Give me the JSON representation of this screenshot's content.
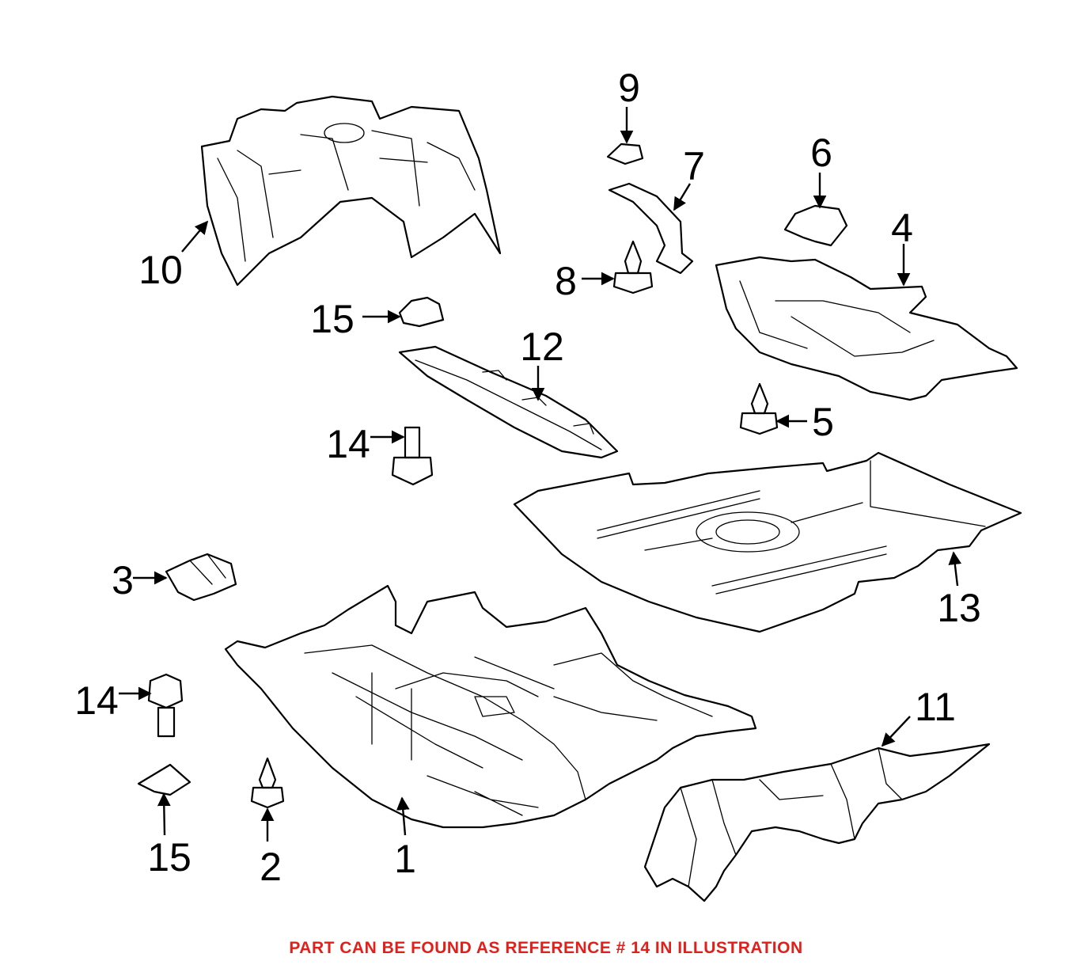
{
  "footnote": {
    "text": "PART CAN BE FOUND AS REFERENCE # 14 IN ILLUSTRATION",
    "color": "#e0201b"
  },
  "callouts": [
    {
      "id": "c9",
      "label": "9"
    },
    {
      "id": "c7",
      "label": "7"
    },
    {
      "id": "c6",
      "label": "6"
    },
    {
      "id": "c4",
      "label": "4"
    },
    {
      "id": "c10",
      "label": "10"
    },
    {
      "id": "c8",
      "label": "8"
    },
    {
      "id": "c15a",
      "label": "15"
    },
    {
      "id": "c12",
      "label": "12"
    },
    {
      "id": "c5",
      "label": "5"
    },
    {
      "id": "c14a",
      "label": "14"
    },
    {
      "id": "c3",
      "label": "3"
    },
    {
      "id": "c13",
      "label": "13"
    },
    {
      "id": "c14b",
      "label": "14"
    },
    {
      "id": "c11",
      "label": "11"
    },
    {
      "id": "c15b",
      "label": "15"
    },
    {
      "id": "c2",
      "label": "2"
    },
    {
      "id": "c1",
      "label": "1"
    }
  ]
}
